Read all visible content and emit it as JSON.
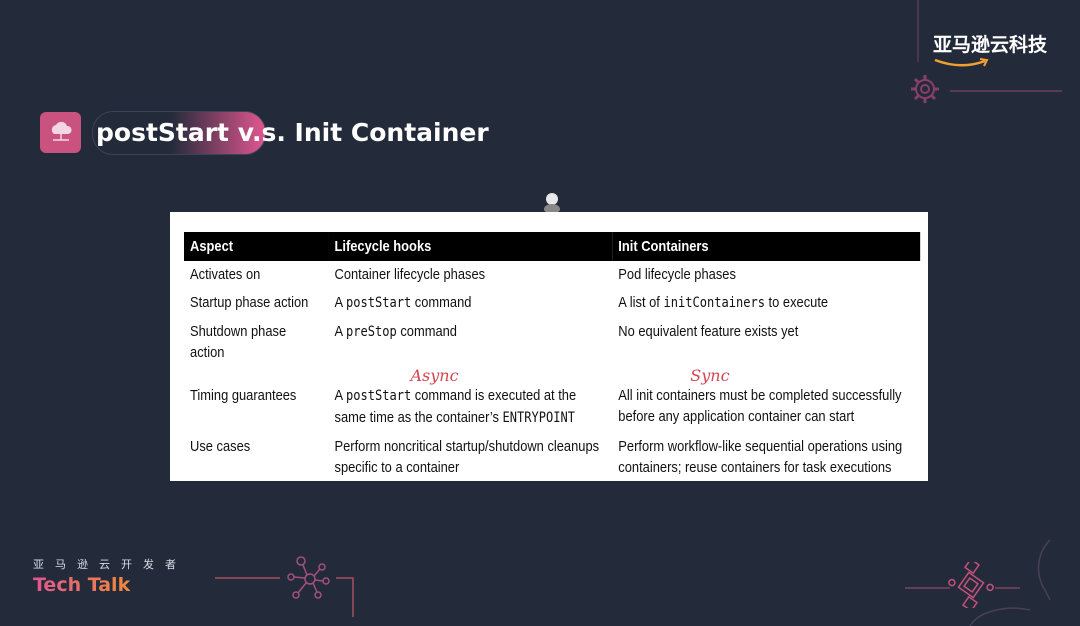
{
  "brand": {
    "logo_text": "亚马逊云科技",
    "accent": "#f0a030"
  },
  "title": {
    "text": "postStart v.s. Init Container",
    "accent": "#e0568f",
    "icon": "cloud-icon"
  },
  "footer": {
    "subtitle": "亚马逊云开发者",
    "name": "Tech Talk"
  },
  "table": {
    "headers": [
      "Aspect",
      "Lifecycle hooks",
      "Init Containers"
    ],
    "rows": [
      [
        [
          {
            "t": "Activates on"
          }
        ],
        [
          {
            "t": "Container lifecycle phases"
          }
        ],
        [
          {
            "t": "Pod lifecycle phases"
          }
        ]
      ],
      [
        [
          {
            "t": "Startup phase action"
          }
        ],
        [
          {
            "t": "A "
          },
          {
            "t": "postStart",
            "mono": true
          },
          {
            "t": " command"
          }
        ],
        [
          {
            "t": "A list of "
          },
          {
            "t": "initContainers",
            "mono": true
          },
          {
            "t": " to execute"
          }
        ]
      ],
      [
        [
          {
            "t": "Shutdown phase action"
          }
        ],
        [
          {
            "t": "A "
          },
          {
            "t": "preStop",
            "mono": true
          },
          {
            "t": " command"
          }
        ],
        [
          {
            "t": "No equivalent feature exists yet"
          }
        ]
      ],
      [
        [
          {
            "t": "Timing guarantees"
          }
        ],
        [
          {
            "t": "A "
          },
          {
            "t": "postStart",
            "mono": true
          },
          {
            "t": " command is executed at the same time as the container’s "
          },
          {
            "t": "ENTRYPOINT",
            "mono": true
          }
        ],
        [
          {
            "t": "All init containers must be completed successfully before any application container can start"
          }
        ]
      ],
      [
        [
          {
            "t": "Use cases"
          }
        ],
        [
          {
            "t": "Perform noncritical startup/shutdown cleanups specific to a container"
          }
        ],
        [
          {
            "t": "Perform workflow-like sequential operations using containers; reuse containers for task executions"
          }
        ]
      ]
    ]
  },
  "annotations": {
    "async": "Async",
    "sync": "Sync",
    "color": "#d2464f"
  }
}
